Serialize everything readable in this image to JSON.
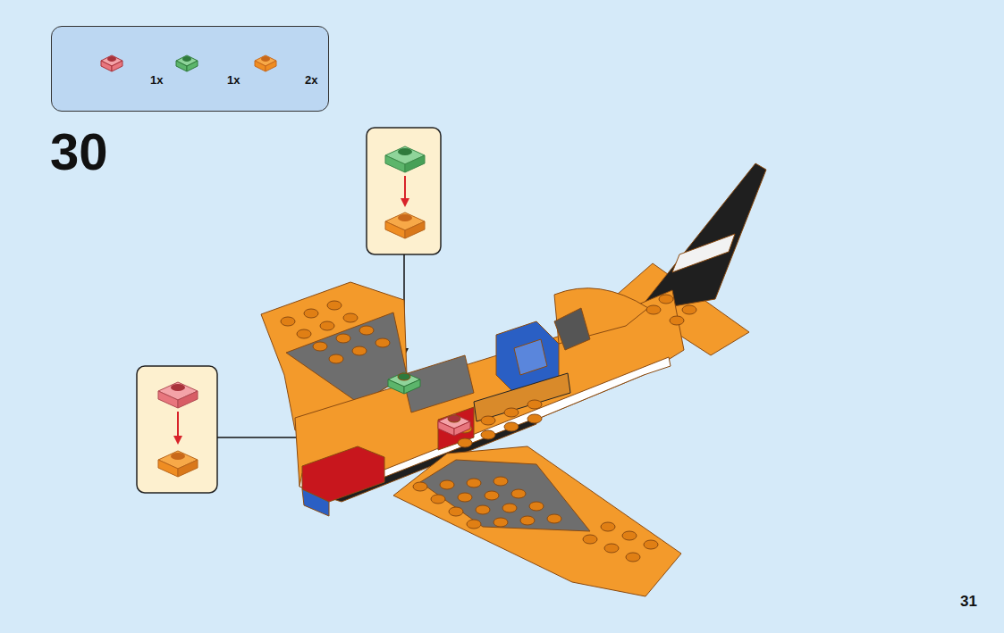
{
  "diagram": {
    "nodes": [
      {
        "text": [
          "1x",
          "1x",
          "2x"
        ]
      }
    ],
    "labels": [
      "30",
      "31"
    ]
  }
}
